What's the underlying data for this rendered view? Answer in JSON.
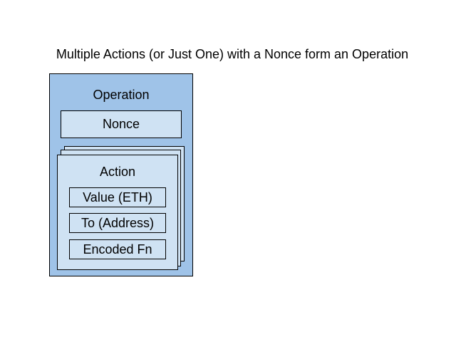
{
  "diagram": {
    "title": "Multiple Actions (or Just One) with a Nonce form an Operation",
    "operation": {
      "label": "Operation",
      "nonce_label": "Nonce",
      "action": {
        "label": "Action",
        "fields": [
          "Value (ETH)",
          "To (Address)",
          "Encoded Fn"
        ]
      }
    },
    "colors": {
      "operation_fill": "#9fc3e8",
      "inner_fill": "#cfe2f3",
      "stroke": "#000000"
    }
  }
}
